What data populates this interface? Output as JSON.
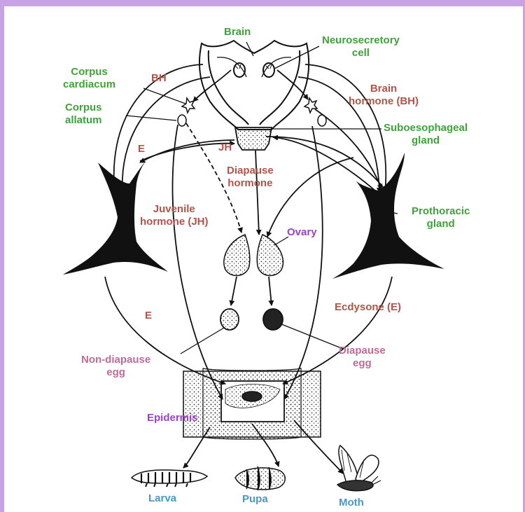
{
  "colors": {
    "frame": "#c9a2e6",
    "organ_label": "#3fa23a",
    "hormone_label": "#b5524a",
    "ovary_label": "#9b42c8",
    "egg_label": "#c06a9a",
    "stage_label": "#4a97c6"
  },
  "labels": {
    "brain": "Brain",
    "neurosecretory": [
      "Neurosecretory",
      "cell"
    ],
    "corpus_cardiacum": [
      "Corpus",
      "cardiacum"
    ],
    "corpus_allatum": [
      "Corpus",
      "allatum"
    ],
    "bh_left": "BH",
    "brain_hormone": [
      "Brain",
      "hormone (BH)"
    ],
    "suboesophageal": [
      "Suboesophageal",
      "gland"
    ],
    "e_upper": "E",
    "jh": "JH",
    "diapause_hormone": [
      "Diapause",
      "hormone"
    ],
    "juvenile_hormone": [
      "Juvenile",
      "hormone (JH)"
    ],
    "prothoracic": [
      "Prothoracic",
      "gland"
    ],
    "ovary": "Ovary",
    "e_lower": "E",
    "ecdysone": "Ecdysone (E)",
    "non_diapause_egg": [
      "Non-diapause",
      "egg"
    ],
    "diapause_egg": [
      "Diapause",
      "egg"
    ],
    "epidermis": "Epidermis",
    "larva": "Larva",
    "pupa": "Pupa",
    "moth": "Moth"
  }
}
